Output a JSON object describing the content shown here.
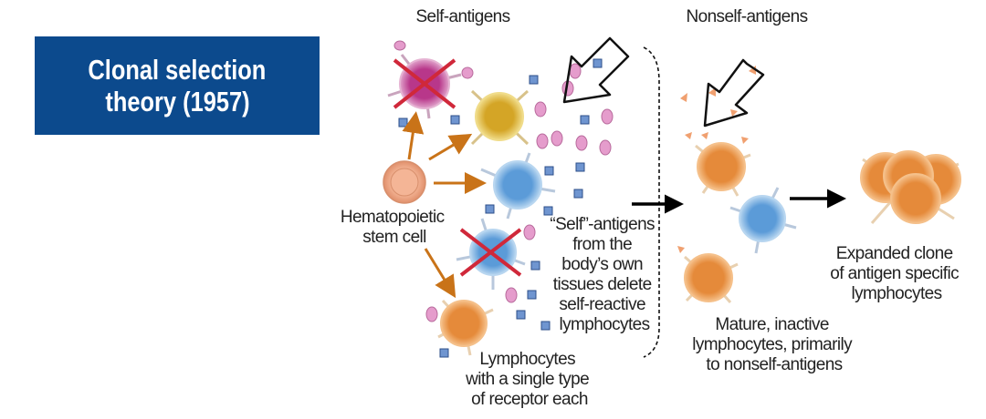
{
  "title": {
    "line1": "Clonal selection",
    "line2": "theory (1957)"
  },
  "labels": {
    "self_antigens": "Self-antigens",
    "nonself_antigens": "Nonself-antigens",
    "stem_cell": [
      "Hematopoietic",
      "stem cell"
    ],
    "lymphocytes": [
      "Lymphocytes",
      "with a single type",
      "of receptor each"
    ],
    "self_deletion": [
      "“Self”-antigens",
      "from the",
      "body’s own",
      "tissues delete",
      "self-reactive",
      "lymphocytes"
    ],
    "mature": [
      "Mature, inactive",
      "lymphocytes, primarily",
      "to nonself-antigens"
    ],
    "expanded": [
      "Expanded clone",
      "of antigen specific",
      "lymphocytes"
    ]
  },
  "colors": {
    "title_bg": "#0c4a8d",
    "stem": "#f0a988",
    "purple": "#b8378a",
    "yellow": "#d4a526",
    "blue": "#5b9bd8",
    "orange": "#e58a3a",
    "cross": "#d0283a",
    "arrow": "#c97318"
  }
}
